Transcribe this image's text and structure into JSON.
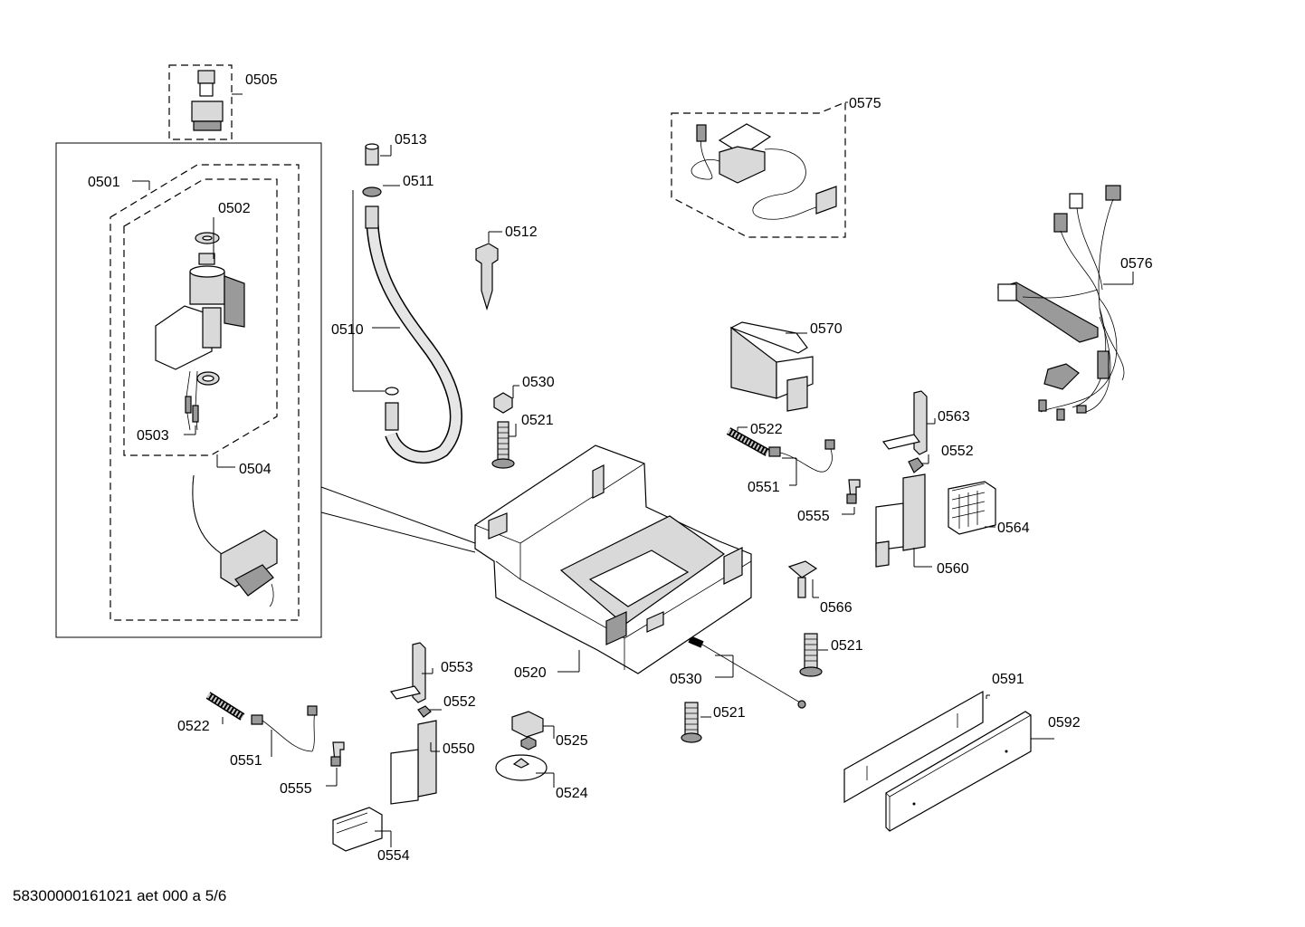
{
  "footer": {
    "doc_ref": "58300000161021 aet 000 a 5/6"
  },
  "callouts": {
    "c0505": "0505",
    "c0575": "0575",
    "c0513": "0513",
    "c0501": "0501",
    "c0511": "0511",
    "c0502": "0502",
    "c0512": "0512",
    "c0576": "0576",
    "c0510": "0510",
    "c0570": "0570",
    "c0530a": "0530",
    "c0521a": "0521",
    "c0503": "0503",
    "c0563": "0563",
    "c0522a": "0522",
    "c0552a": "0552",
    "c0504": "0504",
    "c0551a": "0551",
    "c0564": "0564",
    "c0555a": "0555",
    "c0560": "0560",
    "c0566": "0566",
    "c0521b": "0521",
    "c0553": "0553",
    "c0520": "0520",
    "c0530b": "0530",
    "c0591": "0591",
    "c0552b": "0552",
    "c0521c": "0521",
    "c0522b": "0522",
    "c0592": "0592",
    "c0525": "0525",
    "c0550": "0550",
    "c0551b": "0551",
    "c0555b": "0555",
    "c0524": "0524",
    "c0554": "0554"
  }
}
